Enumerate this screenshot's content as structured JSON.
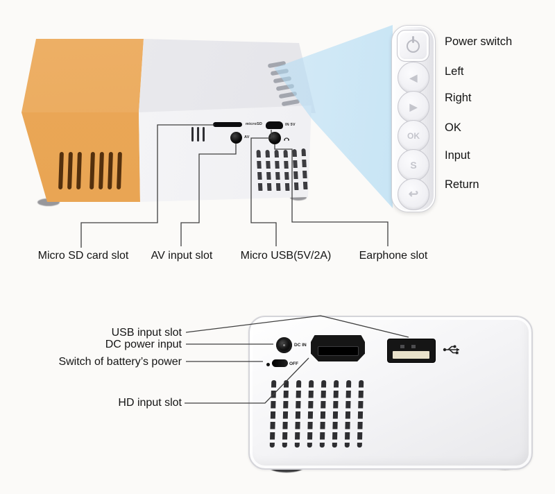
{
  "colors": {
    "orange": "#e8a452",
    "body_gray": "#ededf0",
    "beam_blue": "#bfdef2",
    "callout_line": "#3f3f3f",
    "text": "#141414"
  },
  "top_view": {
    "buttons": [
      {
        "label": "Power switch",
        "glyph": ""
      },
      {
        "label": "Left",
        "glyph": "◀"
      },
      {
        "label": "Right",
        "glyph": "▶"
      },
      {
        "label": "OK",
        "glyph": "OK"
      },
      {
        "label": "Input",
        "glyph": "S"
      },
      {
        "label": "Return",
        "glyph": "↩"
      }
    ],
    "port_callouts": [
      "Micro SD card slot",
      "AV input slot",
      "Micro USB(5V/2A)",
      "Earphone slot"
    ],
    "device_text": {
      "micro_sd": "microSD",
      "micro_usb": "IN 5V",
      "av": "AV"
    }
  },
  "bottom_view": {
    "callouts": [
      "USB input slot",
      "DC power input",
      "Switch of battery’s power",
      "HD input slot"
    ],
    "device_text": {
      "dc_in": "DC IN",
      "battery_switch": "OFF"
    }
  }
}
